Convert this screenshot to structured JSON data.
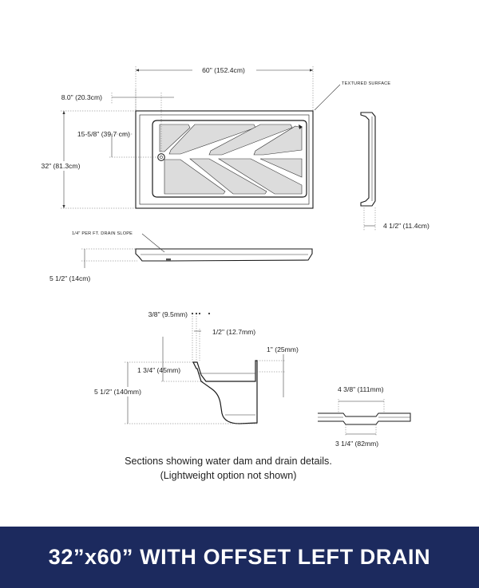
{
  "diagram": {
    "dimensions": {
      "width": "60\" (152.4cm)",
      "drain_offset": "8.0\" (20.3cm)",
      "drain_center": "15-5/8\" (39.7 cm)",
      "depth": "32\" (81.3cm)",
      "side_width": "4 1/2\" (11.4cm)",
      "height": "5 1/2\" (14cm)",
      "dam_top": "3/8\" (9.5mm)",
      "dam_wall": "1/2\" (12.7mm)",
      "dam_lip": "1\" (25mm)",
      "dam_step": "1 3/4\" (45mm)",
      "dam_height": "5 1/2\" (140mm)",
      "drain_outer": "4 3/8\" (111mm)",
      "drain_inner": "3 1/4\" (82mm)"
    },
    "annotations": {
      "textured_surface": "TEXTURED SURFACE",
      "drain_slope": "1/4\" PER FT. DRAIN SLOPE"
    },
    "caption": {
      "line1": "Sections showing water dam and drain details.",
      "line2": "(Lightweight option not shown)"
    }
  },
  "banner": {
    "title": "32”x60” WITH OFFSET LEFT DRAIN",
    "background": "#1c2a5e",
    "text_color": "#ffffff"
  }
}
